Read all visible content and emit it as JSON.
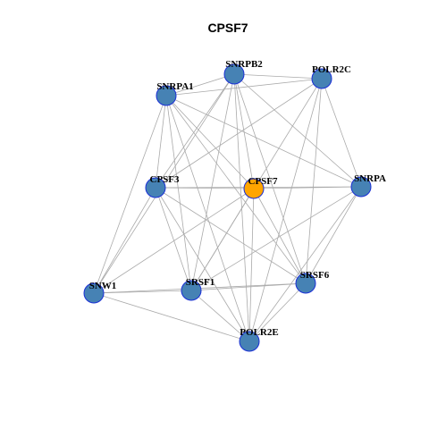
{
  "title": "CPSF7",
  "graph": {
    "colors": {
      "node_fill": "#4682B4",
      "node_stroke": "#1a2fd6",
      "focus_fill": "#FFA500",
      "edge": "#aaaaaa"
    },
    "focus": "CPSF7",
    "nodes": [
      {
        "id": "SNRPB2",
        "label": "SNRPB2"
      },
      {
        "id": "POLR2C",
        "label": "POLR2C"
      },
      {
        "id": "SNRPA1",
        "label": "SNRPA1"
      },
      {
        "id": "CPSF3",
        "label": "CPSF3"
      },
      {
        "id": "CPSF7",
        "label": "CPSF7"
      },
      {
        "id": "SNRPA",
        "label": "SNRPA"
      },
      {
        "id": "SNW1",
        "label": "SNW1"
      },
      {
        "id": "SRSF1",
        "label": "SRSF1"
      },
      {
        "id": "SRSF6",
        "label": "SRSF6"
      },
      {
        "id": "POLR2E",
        "label": "POLR2E"
      }
    ],
    "edges": [
      [
        "SNRPB2",
        "POLR2C"
      ],
      [
        "SNRPB2",
        "SNRPA1"
      ],
      [
        "SNRPB2",
        "CPSF3"
      ],
      [
        "SNRPB2",
        "CPSF7"
      ],
      [
        "SNRPB2",
        "SNRPA"
      ],
      [
        "SNRPB2",
        "SNW1"
      ],
      [
        "SNRPB2",
        "SRSF1"
      ],
      [
        "SNRPB2",
        "SRSF6"
      ],
      [
        "SNRPB2",
        "POLR2E"
      ],
      [
        "POLR2C",
        "SNRPA1"
      ],
      [
        "POLR2C",
        "CPSF3"
      ],
      [
        "POLR2C",
        "SNRPA"
      ],
      [
        "POLR2C",
        "SRSF1"
      ],
      [
        "POLR2C",
        "SRSF6"
      ],
      [
        "POLR2C",
        "POLR2E"
      ],
      [
        "SNRPA1",
        "CPSF3"
      ],
      [
        "SNRPA1",
        "CPSF7"
      ],
      [
        "SNRPA1",
        "SNRPA"
      ],
      [
        "SNRPA1",
        "SNW1"
      ],
      [
        "SNRPA1",
        "SRSF1"
      ],
      [
        "SNRPA1",
        "SRSF6"
      ],
      [
        "SNRPA1",
        "POLR2E"
      ],
      [
        "CPSF3",
        "CPSF7"
      ],
      [
        "CPSF3",
        "SNRPA"
      ],
      [
        "CPSF3",
        "SNW1"
      ],
      [
        "CPSF3",
        "SRSF1"
      ],
      [
        "CPSF3",
        "SRSF6"
      ],
      [
        "CPSF3",
        "POLR2E"
      ],
      [
        "CPSF7",
        "SNRPA"
      ],
      [
        "CPSF7",
        "SNW1"
      ],
      [
        "CPSF7",
        "SRSF1"
      ],
      [
        "CPSF7",
        "SRSF6"
      ],
      [
        "CPSF7",
        "POLR2E"
      ],
      [
        "SNRPA",
        "SRSF1"
      ],
      [
        "SNRPA",
        "SRSF6"
      ],
      [
        "SNRPA",
        "POLR2E"
      ],
      [
        "SNW1",
        "SRSF1"
      ],
      [
        "SNW1",
        "SRSF6"
      ],
      [
        "SNW1",
        "POLR2E"
      ],
      [
        "SRSF1",
        "SRSF6"
      ],
      [
        "SRSF1",
        "POLR2E"
      ],
      [
        "SRSF6",
        "POLR2E"
      ]
    ]
  }
}
